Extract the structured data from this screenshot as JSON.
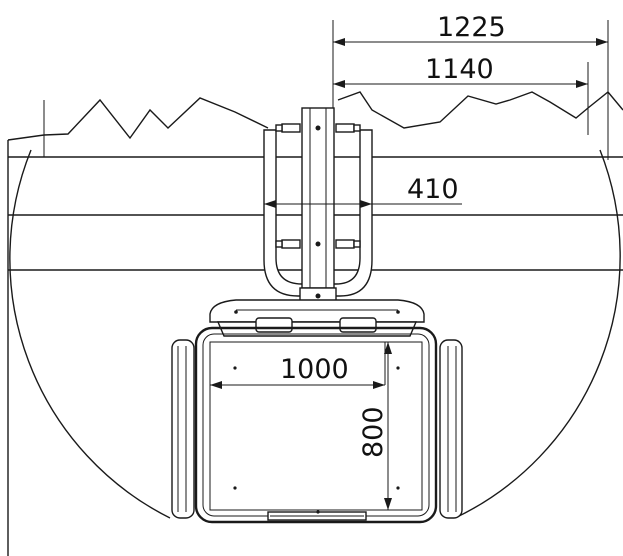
{
  "drawing": {
    "dimensions": {
      "top_outer": "1225",
      "top_inner": "1140",
      "hanger_width": "410",
      "seat_width": "1000",
      "seat_height": "800"
    },
    "colors": {
      "line": "#1a1a1a",
      "background": "#ffffff"
    }
  }
}
